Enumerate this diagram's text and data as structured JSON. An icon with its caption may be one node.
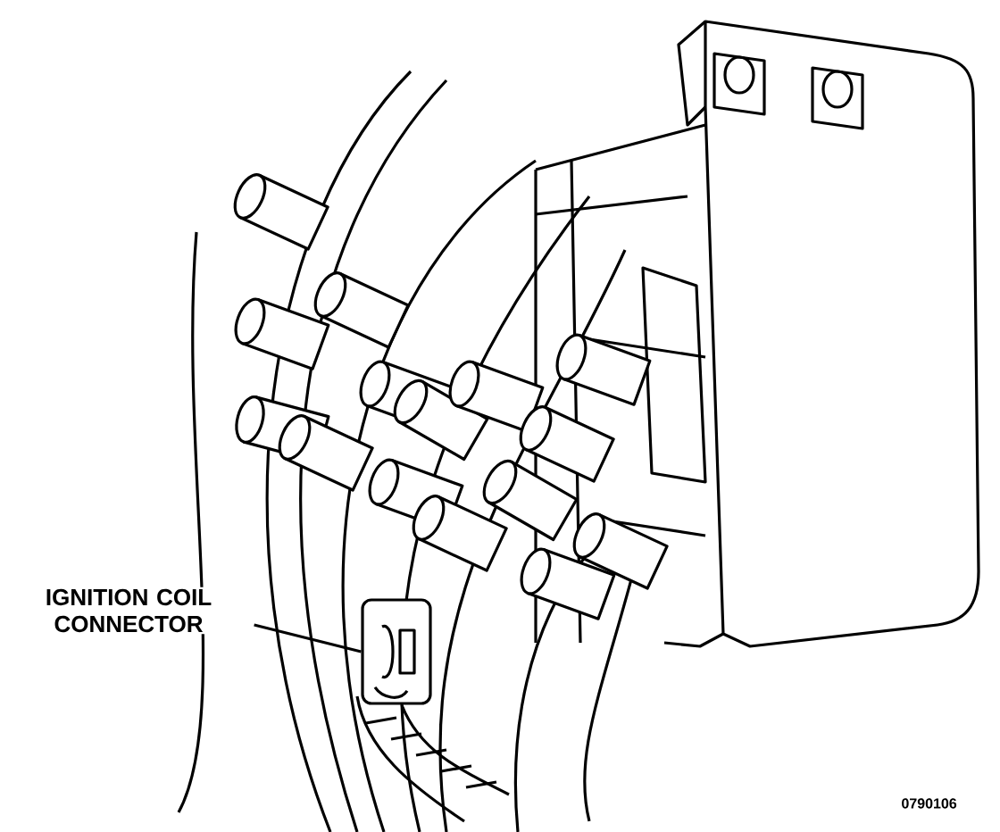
{
  "diagram": {
    "nodes": [
      {
        "text": [
          "IGNITION COIL CONNECTOR"
        ]
      },
      {
        "text": [],
        "shape": "picture"
      }
    ],
    "edges": [
      {
        "from": 0,
        "to": 1,
        "arrow": "none"
      }
    ],
    "labels": [
      "0790106"
    ]
  }
}
